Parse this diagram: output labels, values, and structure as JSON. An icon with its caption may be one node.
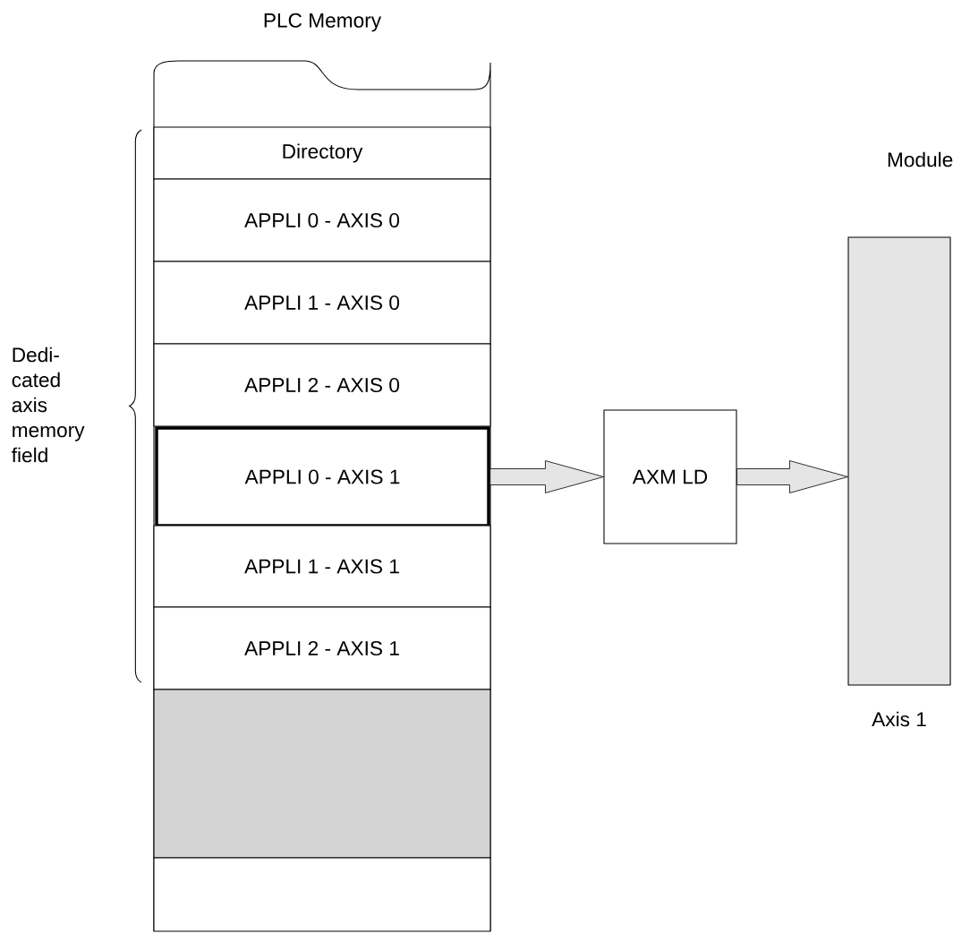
{
  "diagram": {
    "nodes": [
      {
        "text": [
          "PLC Memory"
        ]
      },
      {
        "text": [
          "Directory"
        ],
        "in": 0
      },
      {
        "text": [
          "APPLI 0 - AXIS 0"
        ],
        "in": 0
      },
      {
        "text": [
          "APPLI 1 - AXIS 0"
        ],
        "in": 0
      },
      {
        "text": [
          "APPLI 2 - AXIS 0"
        ],
        "in": 0
      },
      {
        "text": [
          "APPLI 0 - AXIS 1"
        ],
        "in": 0
      },
      {
        "text": [
          "APPLI 1 - AXIS 1"
        ],
        "in": 0
      },
      {
        "text": [
          "APPLI 2 - AXIS 1"
        ],
        "in": 0
      },
      {
        "text": [],
        "shape": "box",
        "in": 0
      },
      {
        "text": [],
        "shape": "box",
        "in": 0
      },
      {
        "text": [
          "AXM LD"
        ]
      },
      {
        "text": [
          "Module"
        ],
        "beside": [
          "Axis 1"
        ]
      }
    ],
    "edges": [
      {
        "from": 5,
        "to": 10,
        "arrow": "to"
      },
      {
        "from": 10,
        "to": 11,
        "arrow": "to"
      }
    ],
    "labels": [
      "Dedi-cated axis memory field"
    ]
  }
}
